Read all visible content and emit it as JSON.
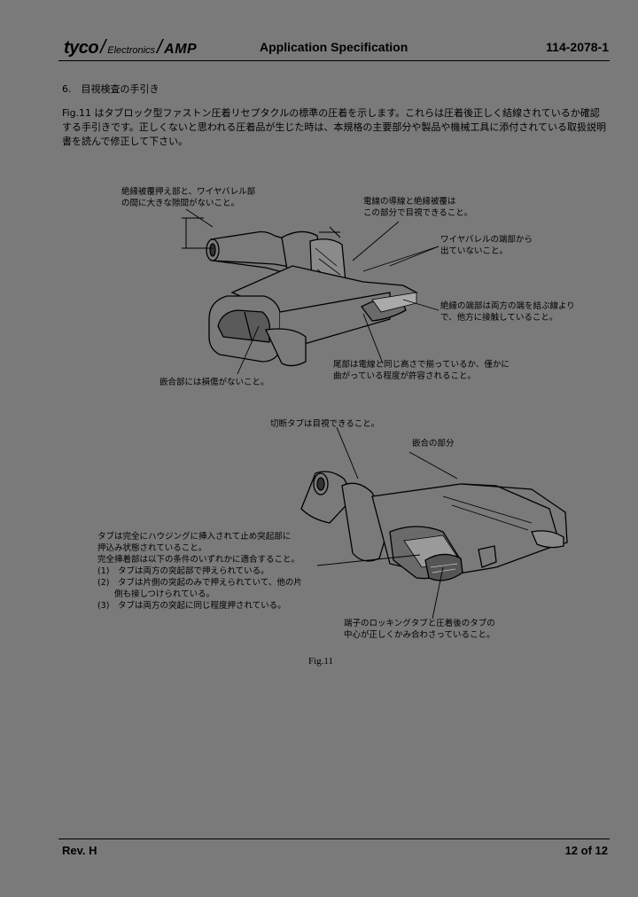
{
  "header": {
    "logo_tyco": "tyco",
    "logo_electronics": "Electronics",
    "logo_amp": "AMP",
    "title": "Application Specification",
    "doc_number": "114-2078-1"
  },
  "section": {
    "heading": "6.　目視検査の手引き",
    "paragraph": "Fig.11 はタブロック型ファストン圧着リセプタクルの標準の圧着を示します。これらは圧着後正しく結線されているか確認する手引きです。正しくないと思われる圧着品が生じた時は、本規格の主要部分や製品や機械工具に添付されている取扱説明書を読んで修正して下さい。"
  },
  "figure": {
    "top_annotations": {
      "a1": [
        "絶縁被覆押え部と、ワイヤバレル部",
        "の間に大きな隙間がないこと。"
      ],
      "a2": [
        "電線の導線と絶縁被覆は",
        "この部分で目視できること。"
      ],
      "a3": [
        "ワイヤバレルの端部から",
        "出ていないこと。"
      ],
      "a4": [
        "絶縁の端部は両方の端を結ぶ線より",
        "で、他方に接触していること。"
      ],
      "a5": [
        "嵌合部には損傷がないこと。"
      ],
      "a6": [
        "尾部は電線と同じ高さで揃っているか、僅かに",
        "曲がっている程度が許容されること。"
      ]
    },
    "bottom_annotations": {
      "b1": [
        "切断タブは目視できること。"
      ],
      "b2": [
        "嵌合の部分"
      ],
      "b3": [
        "タブは完全にハウジングに挿入されて止め突起部に",
        "押込み状態されていること。",
        "完全挿着部は以下の条件のいずれかに適合すること。",
        "(1)　タブは両方の突起部で押えられている。",
        "(2)　タブは片側の突起のみで押えられていて、他の片",
        "　　側も接しつけられている。",
        "(3)　タブは両方の突起に同じ程度押されている。"
      ],
      "b4": [
        "端子のロッキングタブと圧着後のタブの",
        "中心が正しくかみ合わさっていること。"
      ]
    },
    "caption": "Fig.11"
  },
  "footer": {
    "revision": "Rev. H",
    "page": "12 of 12"
  }
}
